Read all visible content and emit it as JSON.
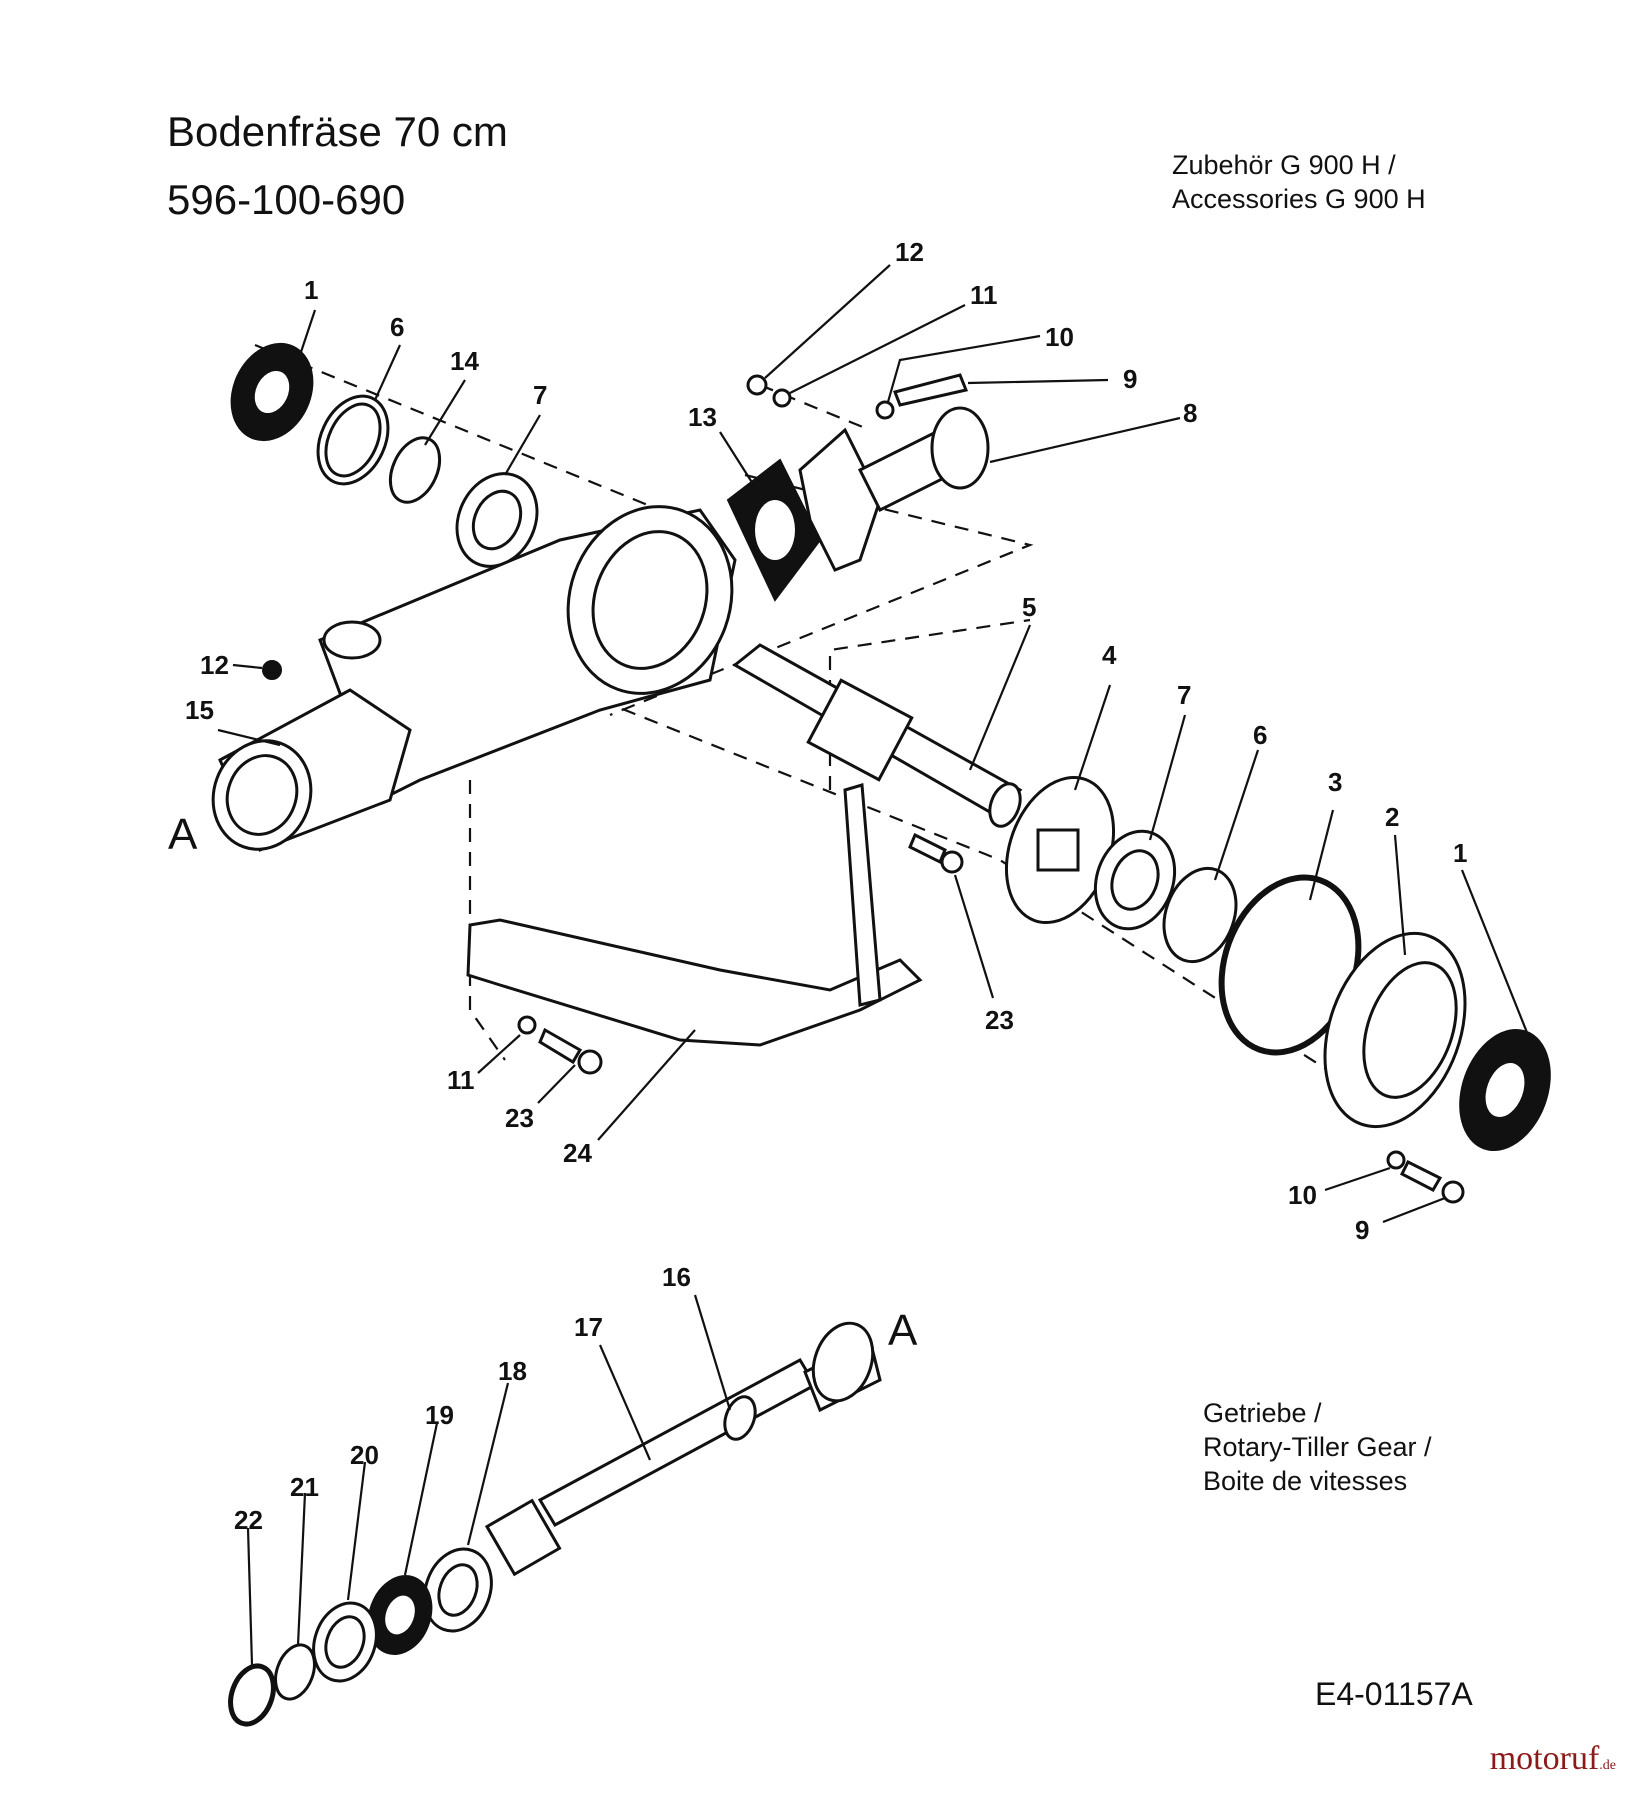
{
  "header": {
    "title": "Bodenfräse 70 cm",
    "part_number": "596-100-690",
    "accessory_line1": "Zubehör G 900 H /",
    "accessory_line2": "Accessories  G 900 H"
  },
  "section": {
    "line1": "Getriebe /",
    "line2": "Rotary-Tiller Gear /",
    "line3": "Boite de vitesses"
  },
  "connector_label": "A",
  "drawing_code": "E4-01157A",
  "brand": {
    "name": "motoruf",
    "suffix": ".de",
    "color": "#8b1a1a"
  },
  "callouts": [
    "1",
    "6",
    "14",
    "7",
    "13",
    "12",
    "11",
    "10",
    "9",
    "8",
    "12",
    "15",
    "5",
    "4",
    "7",
    "6",
    "3",
    "2",
    "1",
    "23",
    "11",
    "23",
    "24",
    "10",
    "9",
    "16",
    "17",
    "18",
    "19",
    "20",
    "21",
    "22"
  ]
}
